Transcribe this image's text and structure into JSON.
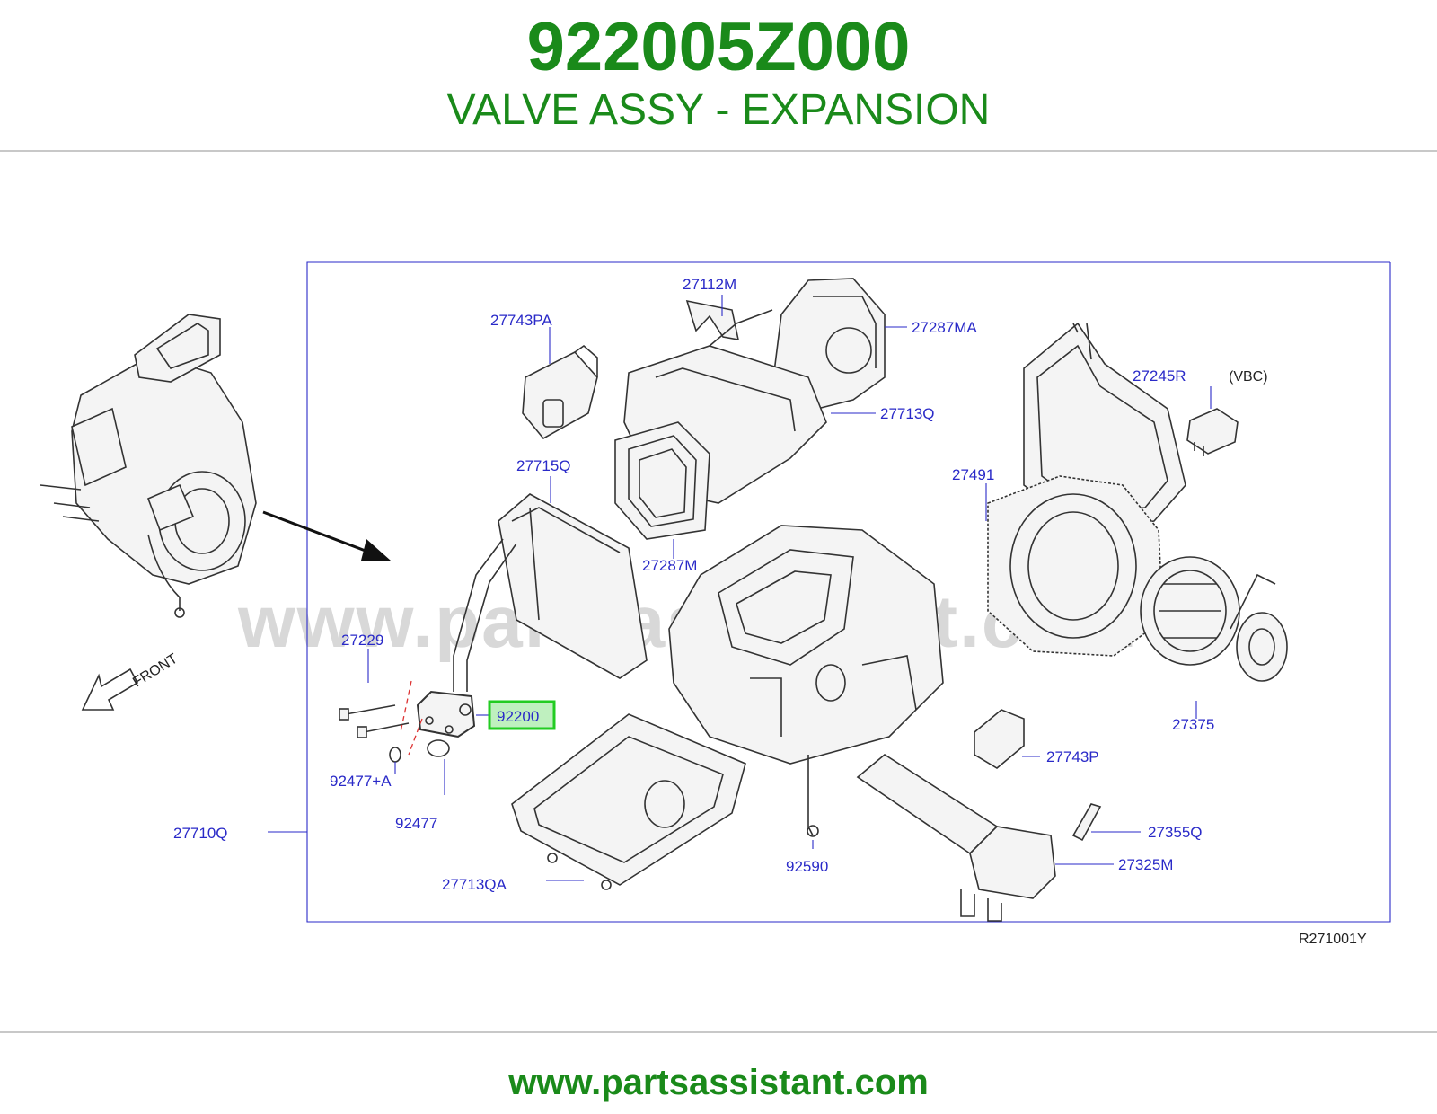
{
  "header": {
    "part_number": "922005Z000",
    "part_name": "VALVE ASSY - EXPANSION"
  },
  "diagram": {
    "watermark": "www.partsassistant.com",
    "front_label": "FRONT",
    "ref_code": "R271001Y",
    "highlighted_part": "92200",
    "vbc_note": "(VBC)",
    "labels": {
      "p27112M": "27112M",
      "p27743PA": "27743PA",
      "p27287MA": "27287MA",
      "p27713Q": "27713Q",
      "p27245R": "27245R",
      "p27715Q": "27715Q",
      "p27491": "27491",
      "p27287M": "27287M",
      "p27229": "27229",
      "p92200": "92200",
      "p27375": "27375",
      "p27743P": "27743P",
      "p92477A": "92477+A",
      "p92477": "92477",
      "p27710Q": "27710Q",
      "p27355Q": "27355Q",
      "p27325M": "27325M",
      "p92590": "92590",
      "p27713QA": "27713QA"
    }
  },
  "footer": {
    "website": "www.partsassistant.com"
  },
  "colors": {
    "brand_green": "#1a8a1a",
    "label_blue": "#2a2ac8",
    "highlight_green": "#22cc22"
  }
}
